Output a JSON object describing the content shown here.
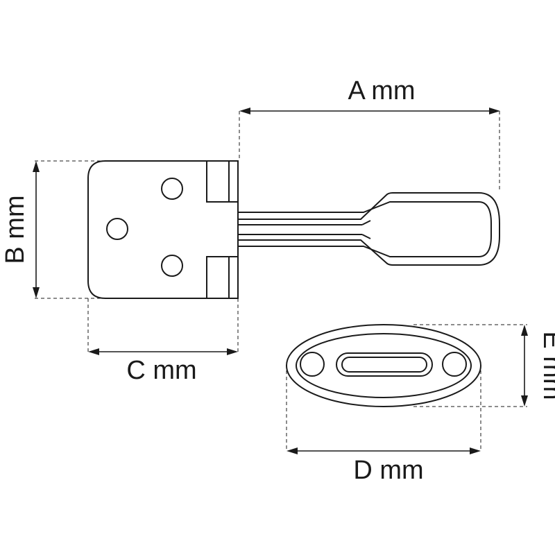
{
  "labels": {
    "a": "A mm",
    "b": "B mm",
    "c": "C mm",
    "d": "D mm",
    "e": "E mm"
  },
  "colors": {
    "line": "#1a1a1a",
    "background": "#ffffff"
  }
}
